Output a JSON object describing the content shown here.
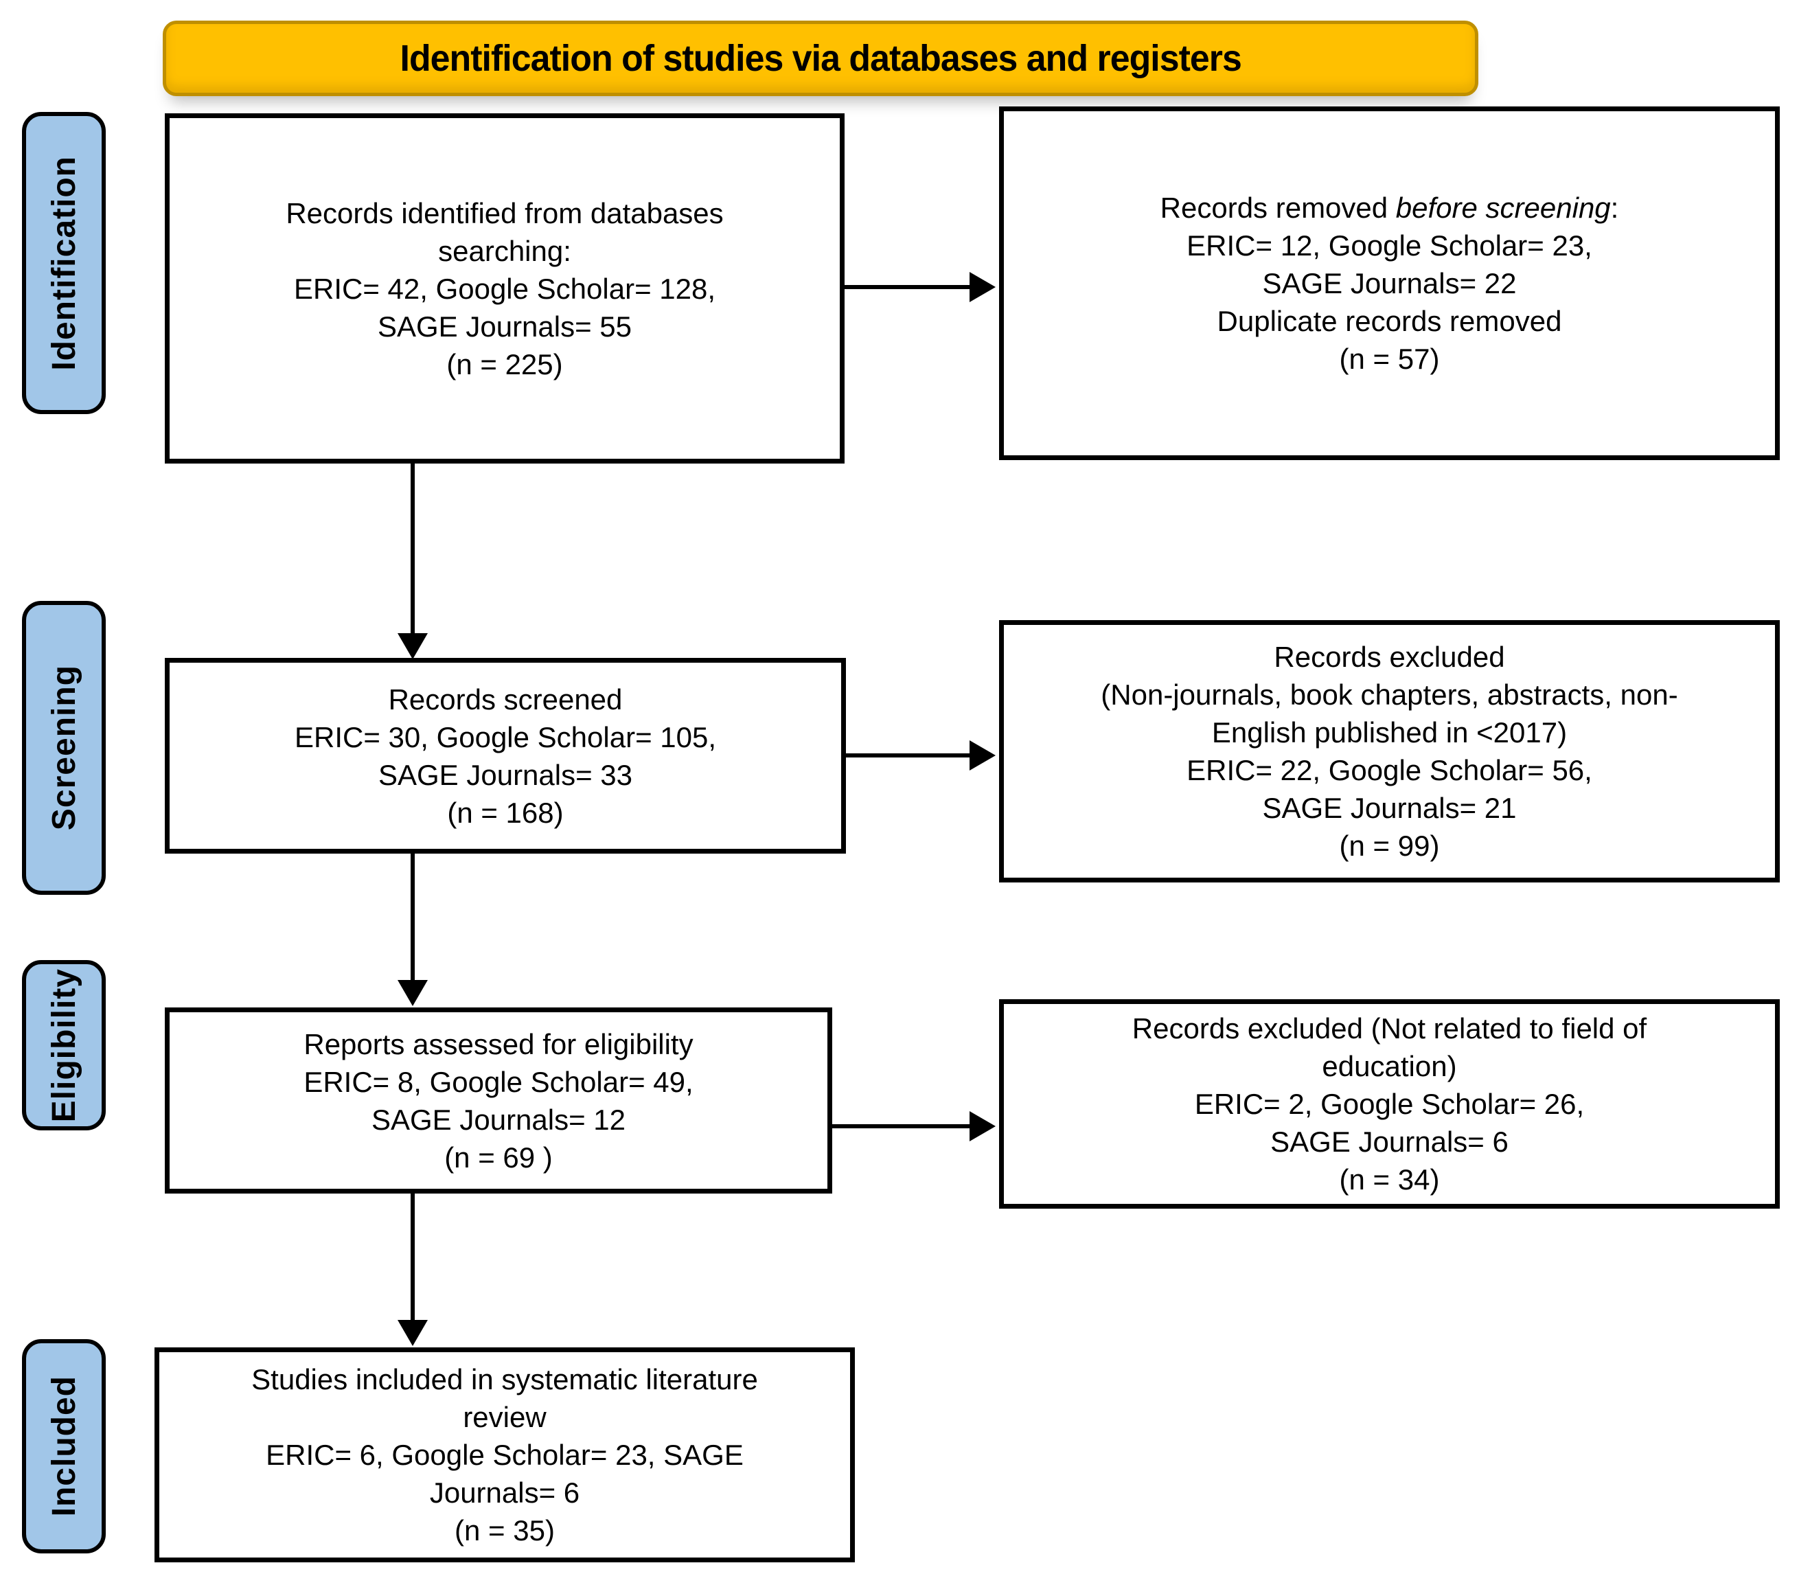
{
  "banner": {
    "title": "Identification of studies via databases and registers"
  },
  "colors": {
    "banner_fill": "#FFC000",
    "banner_border": "#BF8F00",
    "stage_fill": "#A1C6E8",
    "ink": "#000000"
  },
  "stages": {
    "identification": "Identification",
    "screening": "Screening",
    "eligibility": "Eligibility",
    "included": "Included"
  },
  "boxes": {
    "identified": {
      "lines": [
        "Records identified from databases",
        "searching:",
        "ERIC= 42, Google Scholar= 128,",
        "SAGE Journals= 55",
        "(n = 225)"
      ]
    },
    "removed_before_screening": {
      "prefix": "Records removed ",
      "italic": "before screening",
      "suffix": ":",
      "lines": [
        "ERIC= 12, Google Scholar= 23,",
        "SAGE Journals= 22",
        "Duplicate records removed",
        "(n = 57)"
      ]
    },
    "screened": {
      "lines": [
        "Records screened",
        "ERIC= 30, Google Scholar= 105,",
        "SAGE Journals= 33",
        "(n = 168)"
      ]
    },
    "excluded_screening": {
      "lines": [
        "Records excluded",
        "(Non-journals, book chapters, abstracts, non-",
        "English published in <2017)",
        "ERIC= 22, Google Scholar= 56,",
        "SAGE Journals= 21",
        "(n = 99)"
      ]
    },
    "assessed": {
      "lines": [
        "Reports assessed for eligibility",
        "ERIC= 8, Google Scholar= 49,",
        "SAGE Journals= 12",
        "(n = 69 )"
      ]
    },
    "excluded_eligibility": {
      "lines": [
        "Records excluded (Not related to field of",
        "education)",
        "ERIC= 2, Google Scholar= 26,",
        "SAGE Journals= 6",
        "(n = 34)"
      ]
    },
    "included_studies": {
      "lines": [
        "Studies included in systematic literature",
        "review",
        "ERIC= 6, Google Scholar= 23, SAGE",
        "Journals= 6",
        "(n = 35)"
      ]
    }
  }
}
